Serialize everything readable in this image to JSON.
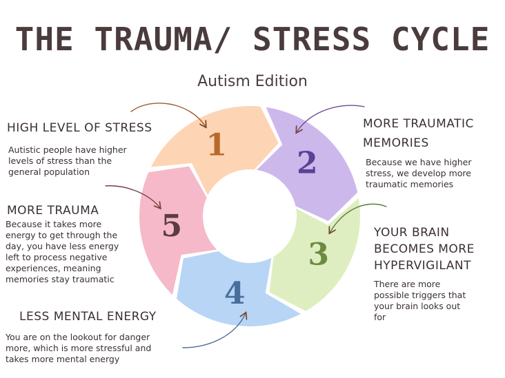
{
  "title": "THE TRAUMA/ STRESS CYCLE",
  "subtitle": "Autism Edition",
  "colors": {
    "segment1": "#fdd5b5",
    "segment2": "#cdb8ec",
    "segment3": "#dfeec0",
    "segment4": "#b8d5f5",
    "segment5": "#f6b9ca",
    "num1": "#b8692a",
    "num2": "#5a4296",
    "num3": "#6c8a40",
    "num4": "#4a6e9c",
    "num5": "#5a3c44",
    "arrows": "#8a5a3c"
  },
  "steps": [
    {
      "number": "1",
      "heading": "HIGH LEVEL OF STRESS",
      "description": [
        "Autistic people have higher",
        "levels of stress than the",
        "general population"
      ]
    },
    {
      "number": "2",
      "heading": [
        "MORE TRAUMATIC",
        "MEMORIES"
      ],
      "description": [
        "Because we have higher",
        "stress, we develop more",
        "traumatic memories"
      ]
    },
    {
      "number": "3",
      "heading": [
        "YOUR BRAIN",
        "BECOMES MORE",
        "HYPERVIGILANT"
      ],
      "description": [
        "There are more",
        "possible triggers that",
        "your brain looks out",
        "for"
      ]
    },
    {
      "number": "4",
      "heading": "LESS MENTAL ENERGY",
      "description": [
        "You are on the lookout for danger",
        "more, which is more stressful and",
        "takes more mental energy"
      ]
    },
    {
      "number": "5",
      "heading": "MORE TRAUMA",
      "description": [
        "Because it takes more",
        "energy to get through the",
        "day, you have less energy",
        "left to process negative",
        "experiences, meaning",
        "memories stay traumatic"
      ]
    }
  ]
}
